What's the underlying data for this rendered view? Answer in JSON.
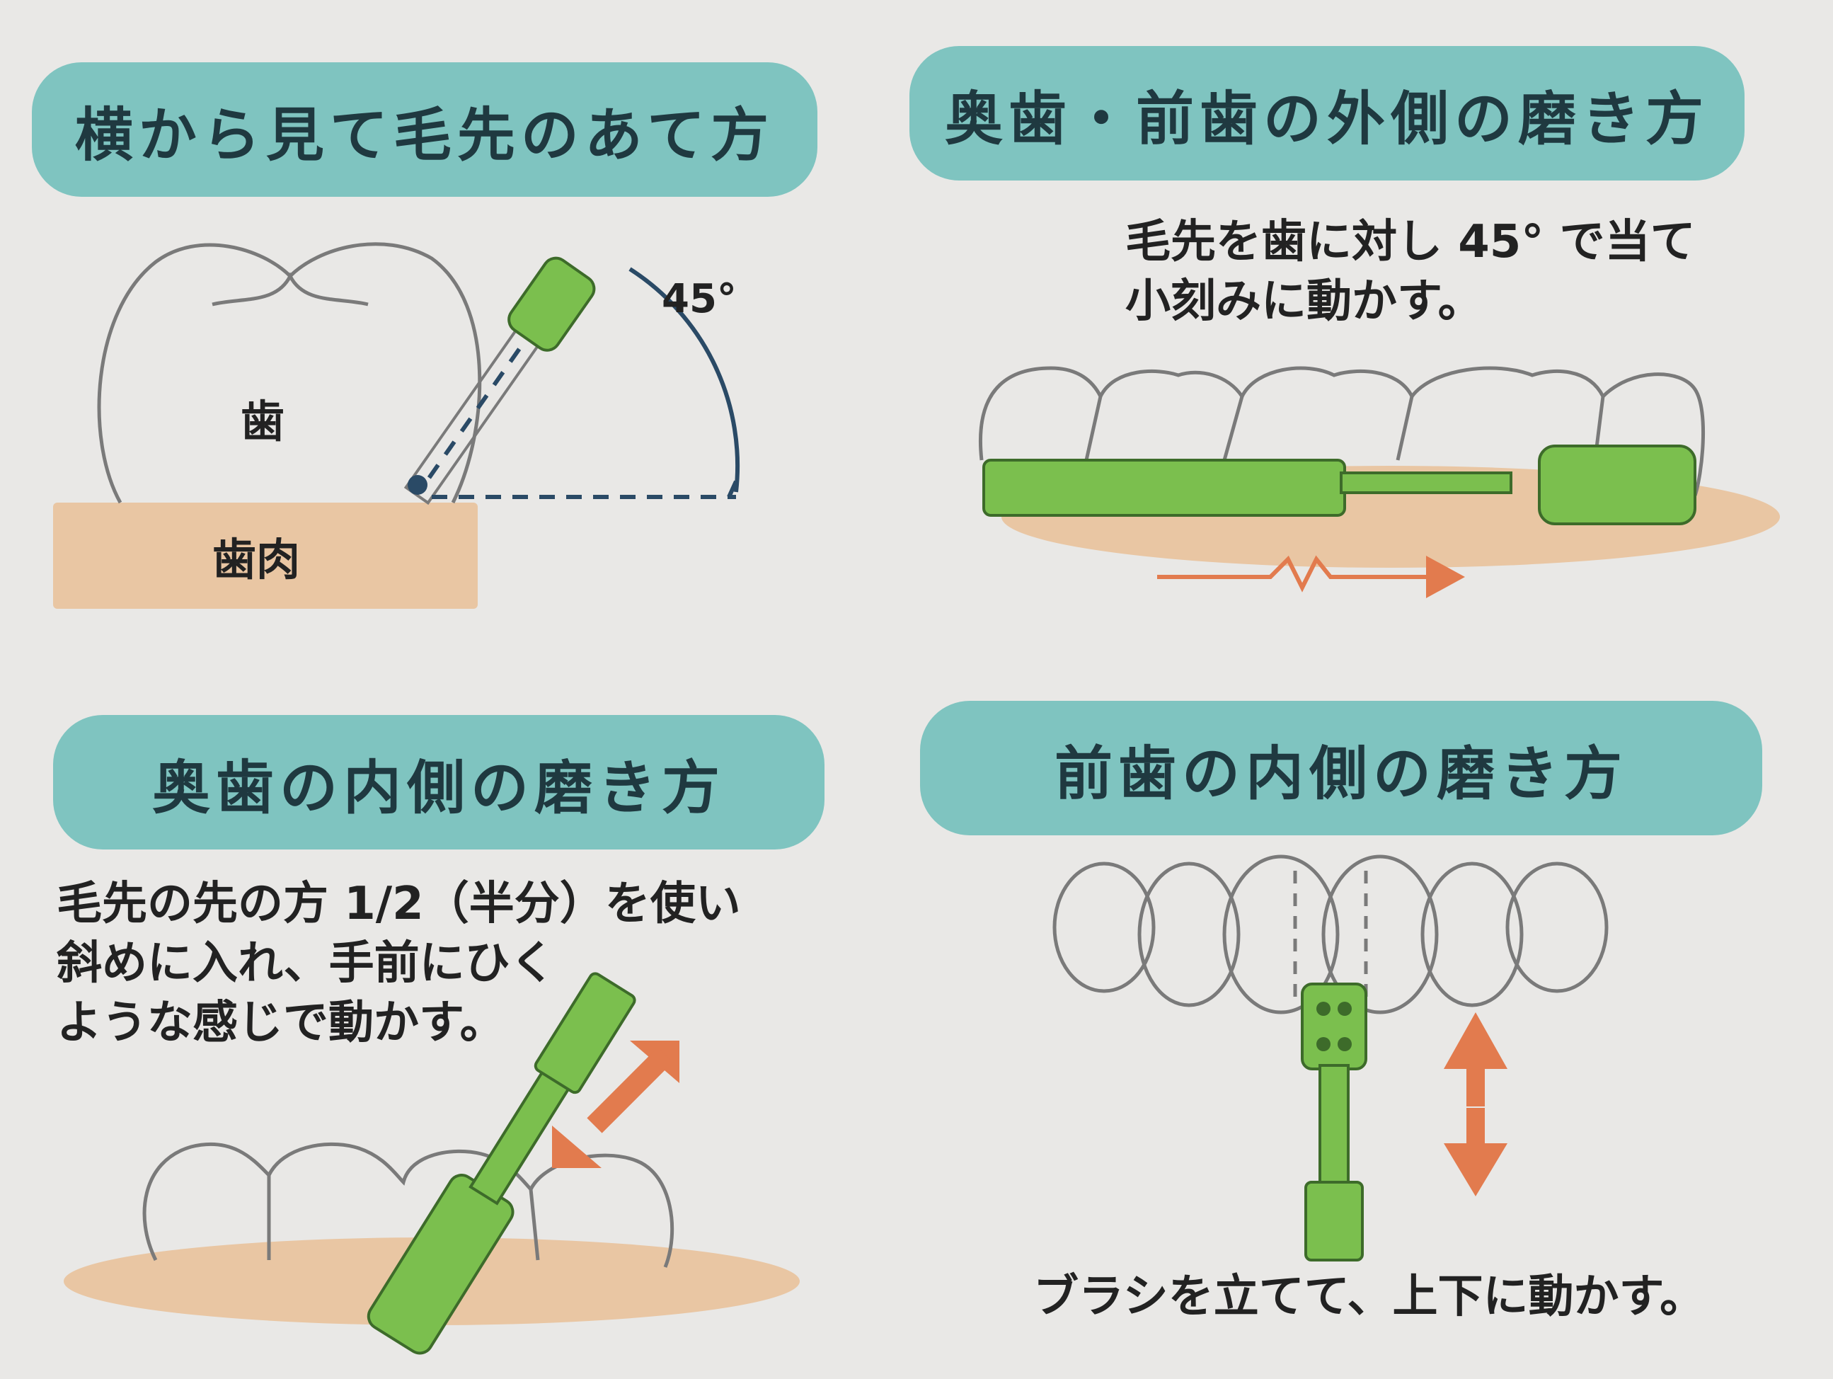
{
  "panels": {
    "side_view": {
      "title": "横から見て毛先のあて方",
      "tooth_label": "歯",
      "gum_label": "歯肉",
      "angle_label": "45°"
    },
    "outer_side": {
      "title": "奥歯・前歯の外側の磨き方",
      "caption_lines": [
        "毛先を歯に対し 45° で当て",
        "小刻みに動かす。"
      ]
    },
    "back_inner": {
      "title": "奥歯の内側の磨き方",
      "caption_lines": [
        "毛先の先の方 1/2（半分）を使い",
        "斜めに入れ、手前にひく",
        "ような感じで動かす。"
      ]
    },
    "front_inner": {
      "title": "前歯の内側の磨き方",
      "caption": "ブラシを立てて、上下に動かす。"
    }
  },
  "colors": {
    "title_bg": "#7fc4c0",
    "brush_green": "#7bbf4e",
    "gum": "#e9c6a3",
    "arrow": "#e27b4e"
  }
}
